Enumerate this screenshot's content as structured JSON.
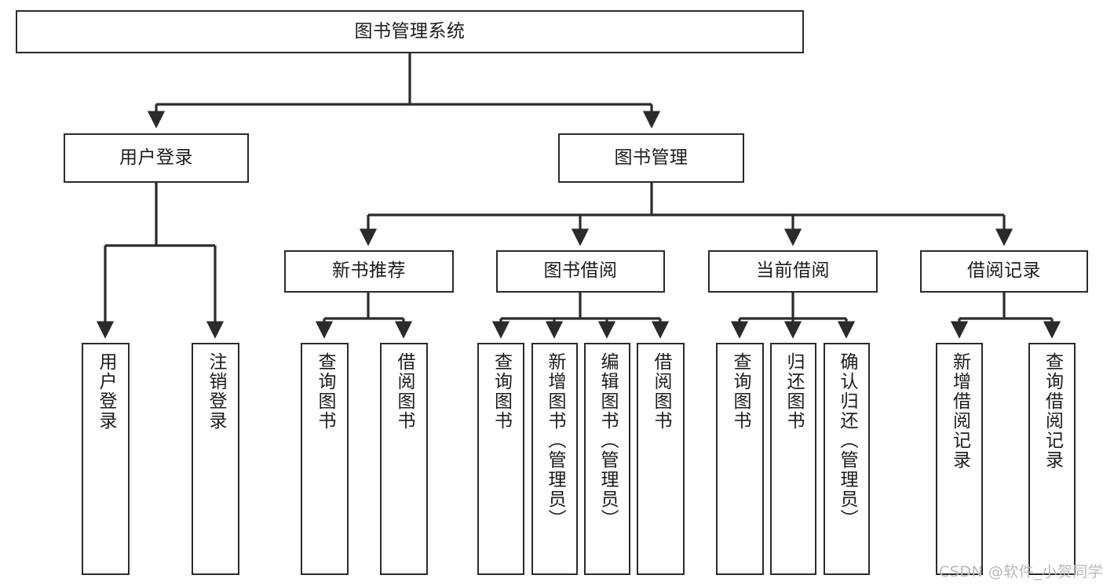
{
  "diagram": {
    "title": "图书管理系统",
    "type": "tree",
    "colors": {
      "box_border": "#2b2b2b",
      "box_fill": "#ffffff",
      "edge": "#2b2b2b",
      "text": "#1c1c1c",
      "watermark": "#b9b9b9",
      "background": "#ffffff"
    },
    "nodes": {
      "root": {
        "label": "图书管理系统"
      },
      "level2": [
        {
          "id": "user-login",
          "label": "用户登录"
        },
        {
          "id": "book-management",
          "label": "图书管理"
        }
      ],
      "level3": [
        {
          "id": "new-book-recommend",
          "label": "新书推荐"
        },
        {
          "id": "book-borrow",
          "label": "图书借阅"
        },
        {
          "id": "current-borrow",
          "label": "当前借阅"
        },
        {
          "id": "borrow-record",
          "label": "借阅记录"
        }
      ],
      "leaves": {
        "user_login": [
          {
            "id": "leaf-user-login",
            "label": "用户登录"
          },
          {
            "id": "leaf-logout-login",
            "label": "注销登录"
          }
        ],
        "new_book_recommend": [
          {
            "id": "leaf-query-book-1",
            "label": "查询图书"
          },
          {
            "id": "leaf-borrow-book-1",
            "label": "借阅图书"
          }
        ],
        "book_borrow": [
          {
            "id": "leaf-query-book-2",
            "label": "查询图书"
          },
          {
            "id": "leaf-add-book-admin",
            "label": "新增图书（管理员）"
          },
          {
            "id": "leaf-edit-book-admin",
            "label": "编辑图书（管理员）"
          },
          {
            "id": "leaf-borrow-book-2",
            "label": "借阅图书"
          }
        ],
        "current_borrow": [
          {
            "id": "leaf-query-book-3",
            "label": "查询图书"
          },
          {
            "id": "leaf-return-book",
            "label": "归还图书"
          },
          {
            "id": "leaf-confirm-return-admin",
            "label": "确认归还（管理员）"
          }
        ],
        "borrow_record": [
          {
            "id": "leaf-add-borrow-record",
            "label": "新增借阅记录"
          },
          {
            "id": "leaf-query-borrow-record",
            "label": "查询借阅记录"
          }
        ]
      }
    },
    "watermark": "CSDN @软件_小贺同学"
  }
}
